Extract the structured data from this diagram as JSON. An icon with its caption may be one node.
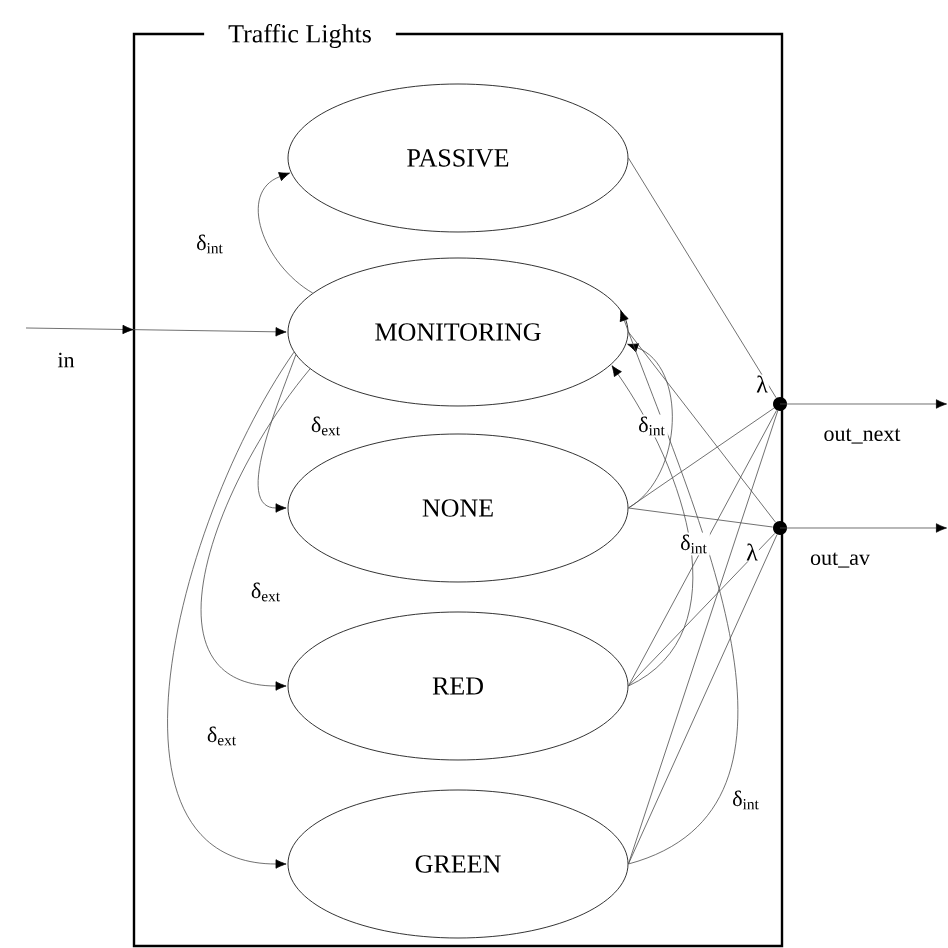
{
  "diagram": {
    "nodes": [
      {
        "text": [
          "Traffic Lights"
        ]
      },
      {
        "text": [
          "PASSIVE"
        ],
        "in": 0
      },
      {
        "text": [
          "MONITORING"
        ],
        "in": 0
      },
      {
        "text": [
          "NONE"
        ],
        "in": 0
      },
      {
        "text": [
          "RED"
        ],
        "in": 0
      },
      {
        "text": [
          "GREEN"
        ],
        "in": 0
      },
      {
        "text": [],
        "shape": "circle"
      },
      {
        "text": [],
        "shape": "circle"
      }
    ],
    "edges": [
      {
        "from": 2,
        "to": 1,
        "arrow": "to",
        "label": "δ$_{int}$"
      },
      {
        "from": 2,
        "to": 3,
        "arrow": "to",
        "label": "δ$_{ext}$"
      },
      {
        "from": 2,
        "to": 4,
        "arrow": "to",
        "label": "δ$_{ext}$"
      },
      {
        "from": 2,
        "to": 5,
        "arrow": "to",
        "label": "δ$_{ext}$"
      },
      {
        "from": 3,
        "to": 2,
        "arrow": "to",
        "label": "δ$_{int}$"
      },
      {
        "from": 4,
        "to": 2,
        "arrow": "to",
        "label": "δ$_{int}$"
      },
      {
        "from": 5,
        "to": 2,
        "arrow": "to",
        "label": "δ$_{int}$"
      },
      {
        "from": 1,
        "to": 6,
        "arrow": "none"
      },
      {
        "from": 2,
        "to": 7,
        "arrow": "none"
      },
      {
        "from": 3,
        "to": 6,
        "arrow": "none"
      },
      {
        "from": 3,
        "to": 7,
        "arrow": "none"
      },
      {
        "from": 4,
        "to": 6,
        "arrow": "none"
      },
      {
        "from": 4,
        "to": 7,
        "arrow": "none"
      },
      {
        "from": 5,
        "to": 6,
        "arrow": "none"
      },
      {
        "from": 5,
        "to": 7,
        "arrow": "none"
      },
      {
        "from": null,
        "to": 2,
        "arrow": "to",
        "label": "in"
      },
      {
        "from": 6,
        "to": null,
        "arrow": "to",
        "label": "out_next"
      },
      {
        "from": 7,
        "to": null,
        "arrow": "to",
        "label": "out_av"
      }
    ],
    "labels": [
      "λ",
      "λ"
    ]
  }
}
